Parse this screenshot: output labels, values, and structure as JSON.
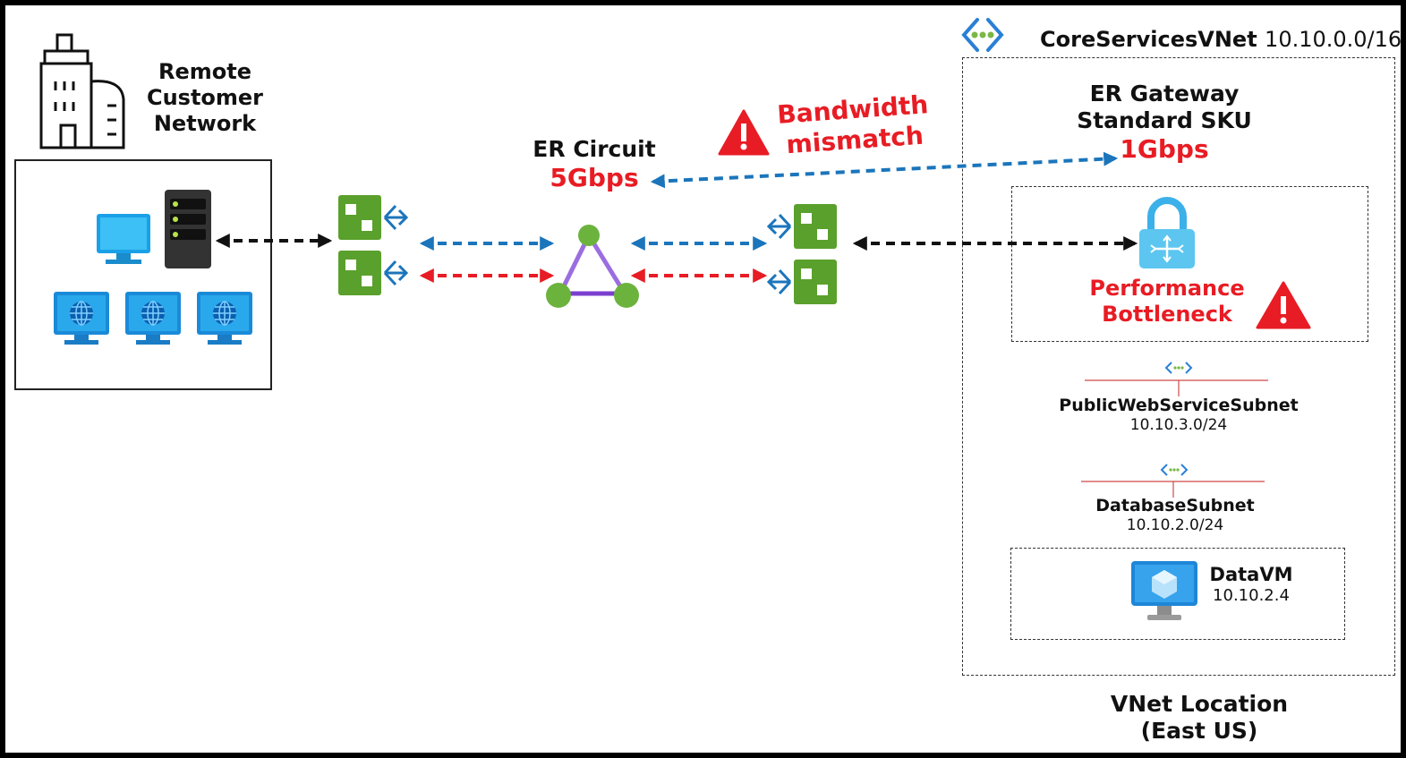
{
  "remote": {
    "title_lines": [
      "Remote",
      "Customer",
      "Network"
    ]
  },
  "er_circuit": {
    "title": "ER Circuit",
    "bandwidth": "5Gbps"
  },
  "warning": {
    "lines": [
      "Bandwidth",
      "mismatch"
    ]
  },
  "vnet": {
    "name": "CoreServicesVNet",
    "cidr": "10.10.0.0/16"
  },
  "gateway": {
    "lines": [
      "ER Gateway",
      "Standard SKU"
    ],
    "bandwidth": "1Gbps"
  },
  "bottleneck": {
    "lines": [
      "Performance",
      "Bottleneck"
    ]
  },
  "subnets": [
    {
      "name": "PublicWebServiceSubnet",
      "cidr": "10.10.3.0/24"
    },
    {
      "name": "DatabaseSubnet",
      "cidr": "10.10.2.0/24"
    }
  ],
  "vm": {
    "name": "DataVM",
    "ip": "10.10.2.4"
  },
  "location": {
    "lines": [
      "VNet Location",
      "(East US)"
    ]
  },
  "colors": {
    "red": "#e81c24",
    "blue": "#1b75bb",
    "green": "#5aa02c",
    "purple": "#8a5bd6",
    "azure": "#0f78d4",
    "black": "#111111"
  }
}
